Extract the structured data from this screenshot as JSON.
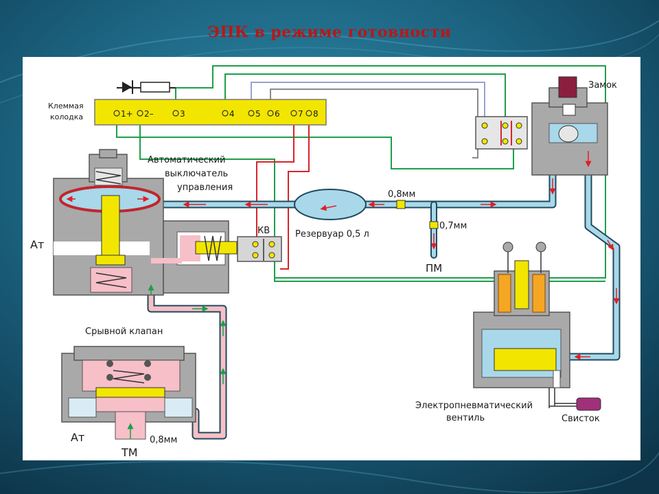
{
  "title": "ЭПК в режиме готовности",
  "labels": {
    "terminal_block_line1": "Клеммая",
    "terminal_block_line2": "колодка",
    "lock": "Замок",
    "auto_switch_line1": "Автоматический",
    "auto_switch_line2": "выключатель",
    "auto_switch_line3": "управления",
    "atm_upper": "Ат",
    "atm_lower": "Ат",
    "kv": "КВ",
    "reservoir": "Резервуар 0,5 л",
    "orifice_08_top": "0,8мм",
    "orifice_07": "0,7мм",
    "pm": "ПМ",
    "breakdown_valve": "Срывной клапан",
    "orifice_08_bottom": "0,8мм",
    "tm": "ТМ",
    "ep_valve_line1": "Электропневматический",
    "ep_valve_line2": "вентиль",
    "whistle": "Свисток"
  },
  "terminals": [
    "1+",
    "2–",
    "3",
    "4",
    "5",
    "6",
    "7",
    "8"
  ],
  "colors": {
    "air_pressure": "#a8d8ea",
    "exhaust_pink": "#f7bfc8",
    "piston_yellow": "#f2e600",
    "body_gray": "#a9a9a9",
    "flow_arrow": "#e31e24",
    "wire_green": "#1e9e4a",
    "wire_red": "#d8242a",
    "wire_lilac": "#9aa0d0",
    "wire_gray": "#8a8a8a",
    "slide_bg": "#1f6e8c"
  }
}
